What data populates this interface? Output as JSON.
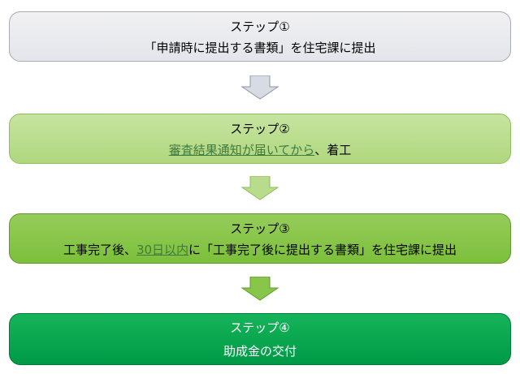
{
  "steps": [
    {
      "title": "ステップ①",
      "text": "「申請時に提出する書類」を住宅課に提出"
    },
    {
      "title": "ステップ②",
      "link": "審査結果通知が届いてから",
      "text_after": "、着工"
    },
    {
      "title": "ステップ③",
      "text_before": "工事完了後、",
      "link": "30日以内",
      "text_after": "に「工事完了後に提出する書類」を住宅課に提出"
    },
    {
      "title": "ステップ④",
      "text": "助成金の交付"
    }
  ],
  "colors": {
    "step1_fill": "#e9eaee",
    "step2_fill": "#b9dc8c",
    "step3_fill": "#88c64a",
    "step4_fill": "#0aa84f",
    "link": "#3f7a3f",
    "arrow1": "#d6dbe4",
    "arrow2": "#b9dc8c",
    "arrow3": "#88c64a"
  },
  "icons": [
    "down-arrow-icon",
    "down-arrow-icon",
    "down-arrow-icon"
  ]
}
